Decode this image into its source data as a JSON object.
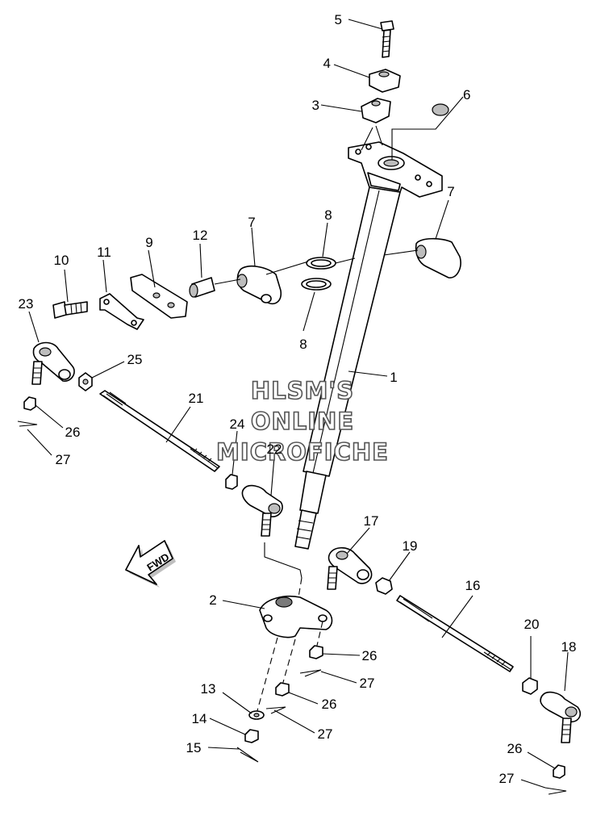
{
  "callouts": [
    {
      "id": "c5",
      "text": "5"
    },
    {
      "id": "c4",
      "text": "4"
    },
    {
      "id": "c3",
      "text": "3"
    },
    {
      "id": "c6",
      "text": "6"
    },
    {
      "id": "c7a",
      "text": "7"
    },
    {
      "id": "c7b",
      "text": "7"
    },
    {
      "id": "c8a",
      "text": "8"
    },
    {
      "id": "c8b",
      "text": "8"
    },
    {
      "id": "c9",
      "text": "9"
    },
    {
      "id": "c10",
      "text": "10"
    },
    {
      "id": "c11",
      "text": "11"
    },
    {
      "id": "c12",
      "text": "12"
    },
    {
      "id": "c23",
      "text": "23"
    },
    {
      "id": "c25",
      "text": "25"
    },
    {
      "id": "c1",
      "text": "1"
    },
    {
      "id": "c21",
      "text": "21"
    },
    {
      "id": "c26a",
      "text": "26"
    },
    {
      "id": "c27a",
      "text": "27"
    },
    {
      "id": "c24",
      "text": "24"
    },
    {
      "id": "c22",
      "text": "22"
    },
    {
      "id": "c17",
      "text": "17"
    },
    {
      "id": "c19",
      "text": "19"
    },
    {
      "id": "c16",
      "text": "16"
    },
    {
      "id": "c2",
      "text": "2"
    },
    {
      "id": "c26b",
      "text": "26"
    },
    {
      "id": "c27b",
      "text": "27"
    },
    {
      "id": "c20",
      "text": "20"
    },
    {
      "id": "c18",
      "text": "18"
    },
    {
      "id": "c13",
      "text": "13"
    },
    {
      "id": "c26c",
      "text": "26"
    },
    {
      "id": "c14",
      "text": "14"
    },
    {
      "id": "c27c",
      "text": "27"
    },
    {
      "id": "c15",
      "text": "15"
    },
    {
      "id": "c26d",
      "text": "26"
    },
    {
      "id": "c27d",
      "text": "27"
    }
  ],
  "watermark": [
    "HLSM'S",
    "ONLINE",
    "MICROFICHE"
  ],
  "fwd_arrow": "FWD"
}
